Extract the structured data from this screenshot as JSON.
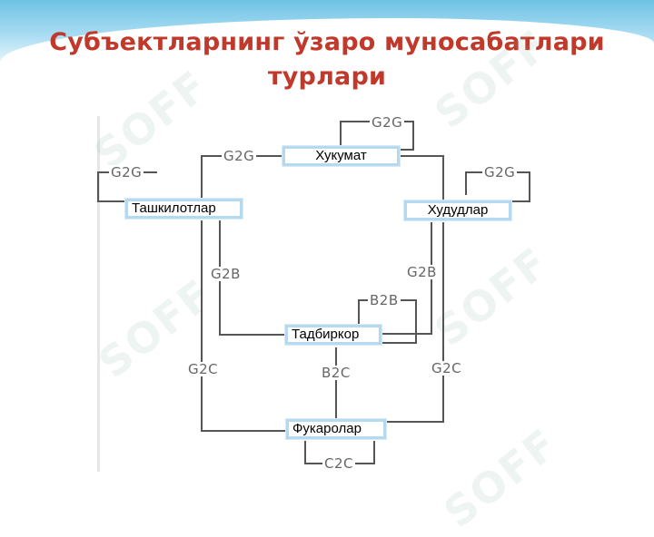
{
  "slide": {
    "title_line1": "Субъектларнинг ўзаро муносабатлари",
    "title_line2": "турлари",
    "watermark": "SOFF"
  },
  "nodes": {
    "hukumat": "Хукумат",
    "tashkilotlar": "Ташкилотлар",
    "hududlar": "Худудлар",
    "tadbirkor": "Тадбиркор",
    "fuqarolar": "Фукаролар"
  },
  "edges": {
    "g2g_top": "G2G",
    "g2g_left_link": "G2G",
    "g2g_left_loop": "G2G",
    "g2g_right_loop": "G2G",
    "g2b_left": "G2B",
    "g2b_right": "G2B",
    "b2b": "B2B",
    "g2c_left": "G2C",
    "b2c": "B2C",
    "g2c_right": "G2C",
    "c2c": "C2C"
  },
  "colors": {
    "title": "#c0392b",
    "node_border": "#b5d9ef",
    "line": "#555555",
    "banner": "#6fc3e6"
  }
}
